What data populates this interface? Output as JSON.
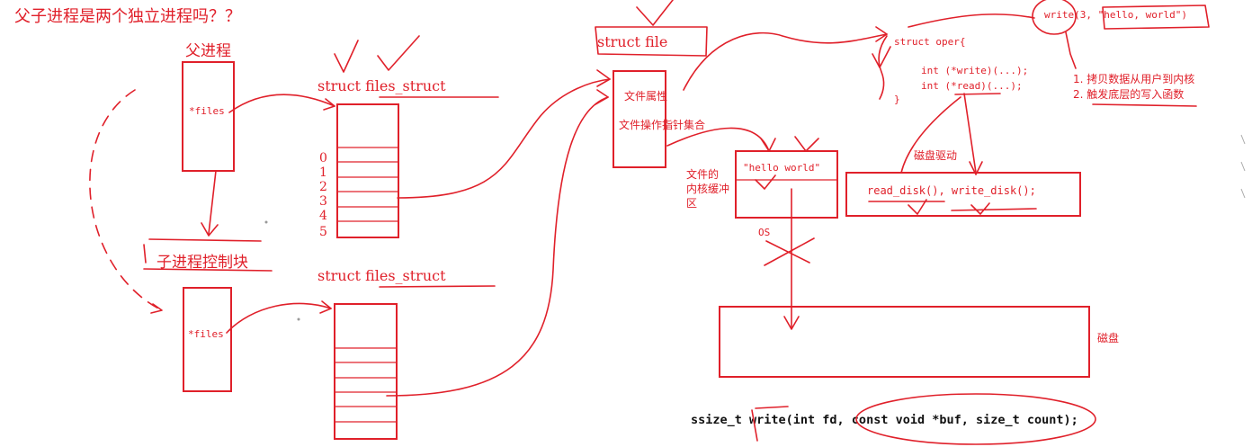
{
  "title": "父子进程是两个独立进程吗？？",
  "parent": {
    "label": "父进程",
    "field": "*files"
  },
  "child": {
    "label": "子进程控制块",
    "field": "*files"
  },
  "files_struct_top": {
    "label": "struct files_struct",
    "indices": [
      "0",
      "1",
      "2",
      "3",
      "4",
      "5"
    ]
  },
  "files_struct_bottom": {
    "label": "struct files_struct"
  },
  "struct_file": {
    "label": "struct file",
    "attr": "文件属性",
    "ops": "文件操作指针集合"
  },
  "kernel_buffer": {
    "caption_lines": [
      "文件的",
      "内核缓冲",
      "区"
    ],
    "content": "\"hello world\"",
    "os_label": "OS"
  },
  "struct_oper": {
    "open": "struct oper{",
    "write_line": "int (*write)(...);",
    "read_line": "int (*read)(...);",
    "close": "}"
  },
  "disk_driver": {
    "label": "磁盘驱动",
    "content": "read_disk(), write_disk();"
  },
  "write_call": {
    "text": "write(3, \"hello,  world\")",
    "steps": [
      "1. 拷贝数据从用户到内核",
      "2. 触发底层的写入函数"
    ]
  },
  "disk": {
    "label": "磁盘"
  },
  "signature": {
    "text": "ssize_t write(int fd, const void *buf, size_t count);"
  }
}
